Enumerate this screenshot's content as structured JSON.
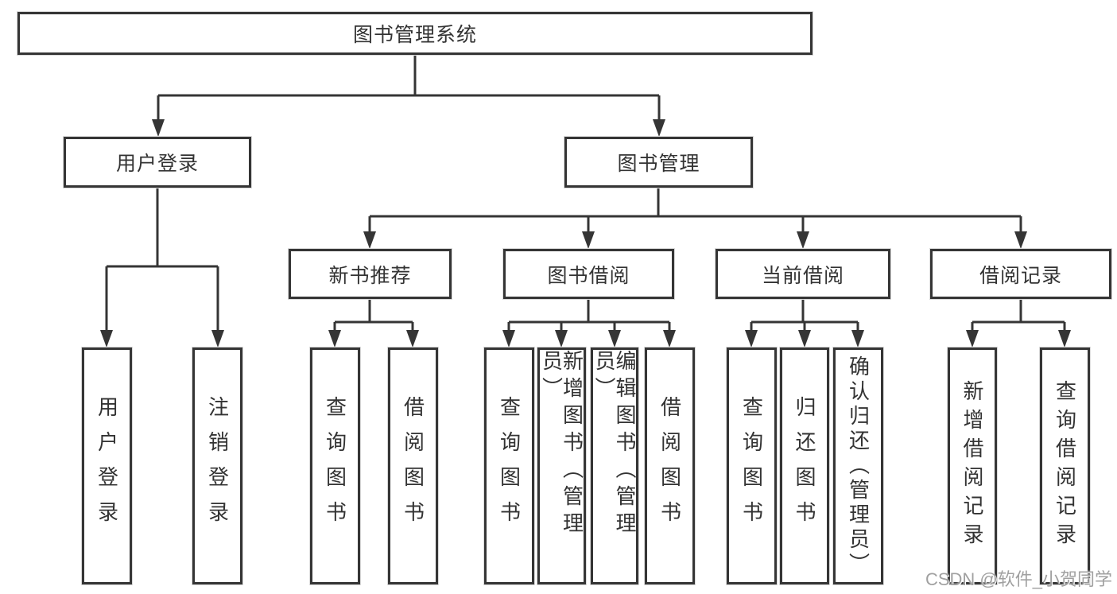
{
  "diagram": {
    "title": "图书管理系统",
    "level2": [
      "用户登录",
      "图书管理"
    ],
    "level3": [
      "新书推荐",
      "图书借阅",
      "当前借阅",
      "借阅记录"
    ],
    "leaves": [
      "用户登录",
      "注销登录",
      "查询图书",
      "借阅图书",
      "查询图书",
      "新增图书（管理员）",
      "编辑图书（管理员）",
      "借阅图书",
      "查询图书",
      "归还图书",
      "确认归还（管理员）",
      "新增借阅记录",
      "查询借阅记录"
    ],
    "watermark": "CSDN @软件_小贺同学",
    "colors": {
      "line": "#353535",
      "box_background": "#ffffff",
      "text": "#333333",
      "watermark": "#969696"
    }
  }
}
